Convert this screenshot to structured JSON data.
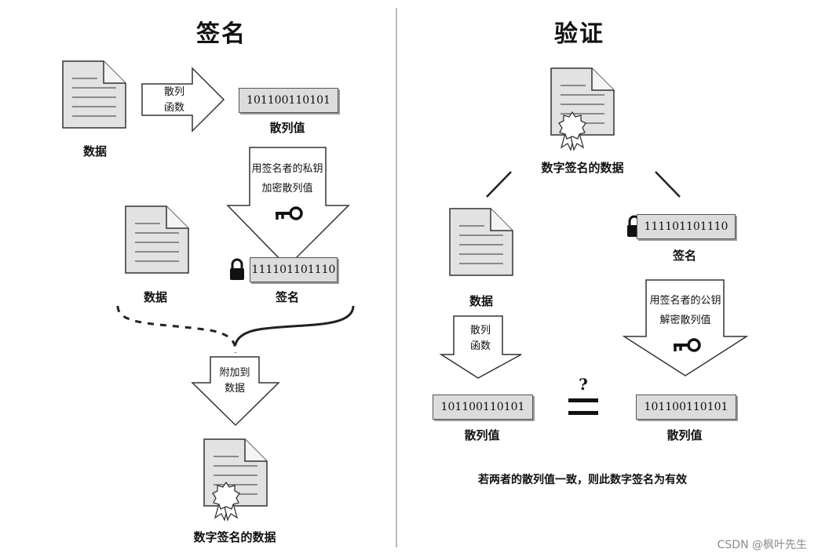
{
  "colors": {
    "doc_fill": "#e2e2e2",
    "line": "#333333",
    "hash_fill": "#dcdcdc"
  },
  "sign": {
    "title": "签名",
    "data_label": "数据",
    "hash_func_line1": "散列",
    "hash_func_line2": "函数",
    "hash_value": "101100110101",
    "hash_label": "散列值",
    "encrypt_line1": "用签名者的私钥",
    "encrypt_line2": "加密散列值",
    "data_label_2": "数据",
    "signature_value": "111101101110",
    "signature_label": "签名",
    "attach_line1": "附加到",
    "attach_line2": "数据",
    "signed_data_label": "数字签名的数据"
  },
  "verify": {
    "title": "验证",
    "signed_data_label": "数字签名的数据",
    "data_label": "数据",
    "signature_value": "111101101110",
    "signature_label": "签名",
    "hash_func_line1": "散列",
    "hash_func_line2": "函数",
    "decrypt_line1": "用签名者的公钥",
    "decrypt_line2": "解密散列值",
    "hash_value_left": "101100110101",
    "hash_label_left": "散列值",
    "question_mark": "?",
    "hash_value_right": "101100110101",
    "hash_label_right": "散列值",
    "conclusion": "若两者的散列值一致，则此数字签名为有效"
  },
  "watermark": "CSDN @枫叶先生"
}
